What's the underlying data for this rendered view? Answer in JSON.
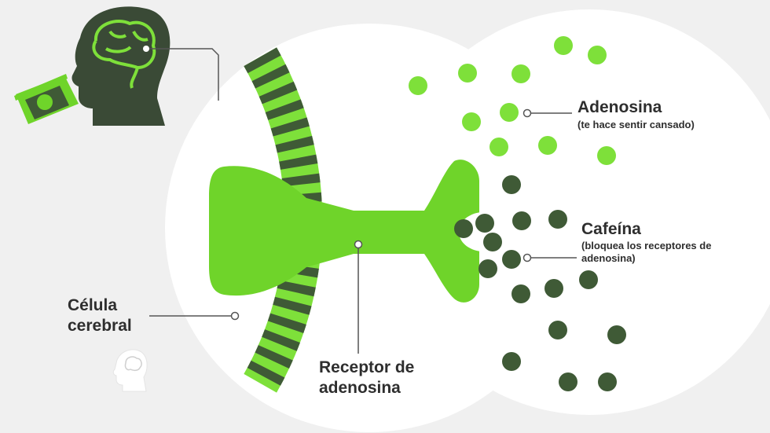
{
  "labels": {
    "adenosina_title": "Adenosina",
    "adenosina_desc": "(te hace sentir cansado)",
    "cafeina_title": "Cafeína",
    "cafeina_desc": "(bloquea los receptores de adenosina)",
    "celula": "Célula cerebral",
    "receptor": "Receptor de adenosina"
  },
  "colors": {
    "background": "#f0f0f0",
    "cell": "#ffffff",
    "light_green": "#7ee03a",
    "bright_green": "#6fd42a",
    "dark_green": "#3f5a36",
    "silhouette": "#3a4a36",
    "line": "#555555"
  },
  "icons": {
    "head": "head-brain-icon",
    "cup": "coffee-cup-icon",
    "small_head": "small-head-brain-icon"
  }
}
